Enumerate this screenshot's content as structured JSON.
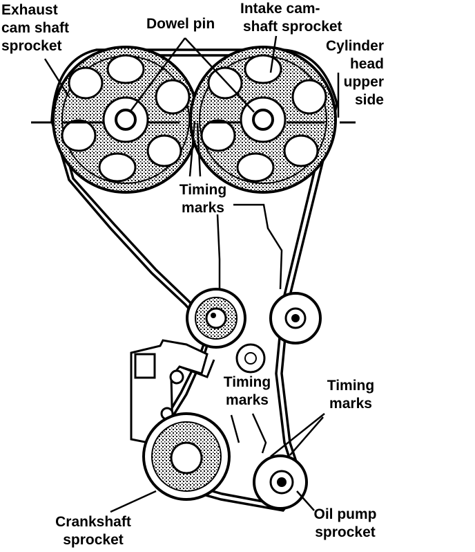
{
  "diagram": {
    "colors": {
      "ink": "#000000",
      "paper": "#ffffff",
      "shade": "#7a7a7a"
    },
    "labels": {
      "exhaust": [
        "Exhaust",
        "cam shaft",
        "sprocket"
      ],
      "dowel_pin": "Dowel pin",
      "intake": [
        "Intake cam-",
        "shaft sprocket"
      ],
      "cylinder_head": [
        "Cylinder",
        "head",
        "upper",
        "side"
      ],
      "timing_marks_top": [
        "Timing",
        "marks"
      ],
      "timing_marks_mid": [
        "Timing",
        "marks"
      ],
      "timing_marks_right": [
        "Timing",
        "marks"
      ],
      "crankshaft": [
        "Crankshaft",
        "sprocket"
      ],
      "oil_pump": [
        "Oil pump",
        "sprocket"
      ]
    }
  }
}
